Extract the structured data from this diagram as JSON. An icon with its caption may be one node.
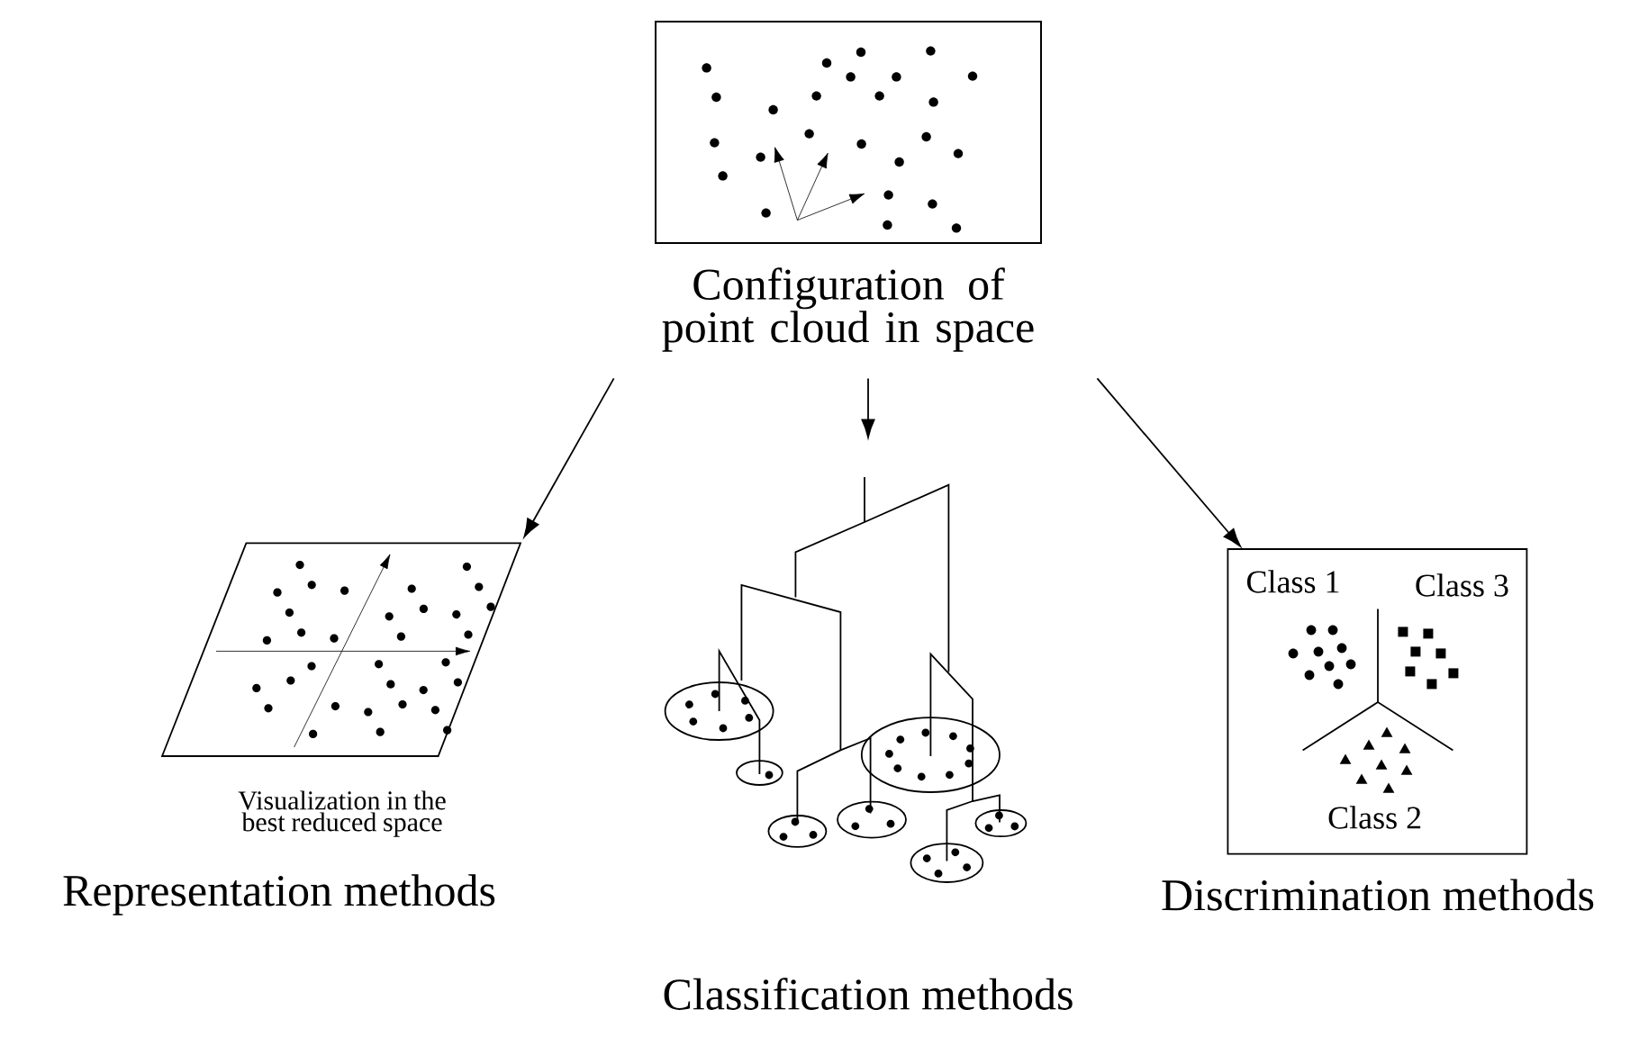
{
  "diagram": {
    "nodes": [
      {
        "text": [],
        "shape": "picture",
        "beside": [
          "Configuration of point cloud in space"
        ]
      },
      {
        "text": [],
        "shape": "picture",
        "beside": [
          "Visualization in the best reduced space",
          "Representation methods"
        ]
      },
      {
        "text": [],
        "shape": "picture",
        "beside": [
          "Classification methods"
        ]
      },
      {
        "text": [
          "Class 1",
          "Class 3",
          "Class 2"
        ],
        "beside": [
          "Discrimination methods"
        ]
      }
    ],
    "edges": [
      {
        "from": 0,
        "to": 1,
        "arrow": "to"
      },
      {
        "from": 0,
        "to": 2,
        "arrow": "to"
      },
      {
        "from": 0,
        "to": 3,
        "arrow": "to"
      }
    ]
  }
}
